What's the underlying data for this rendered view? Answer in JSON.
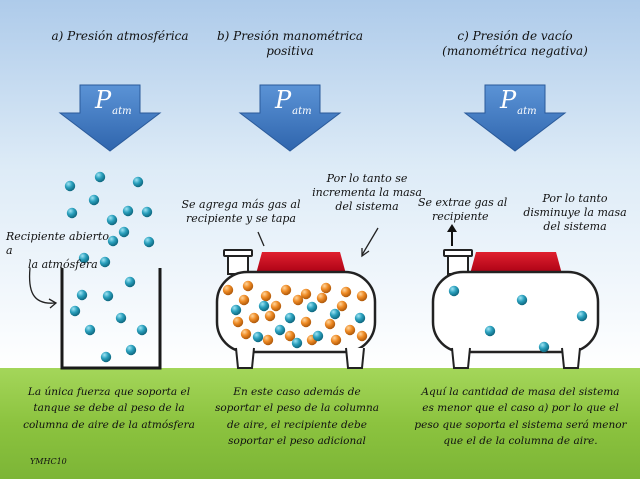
{
  "titles": {
    "a": "a) Presión atmosférica",
    "b_line1": "b) Presión manométrica",
    "b_line2": "positiva",
    "c_line1": "c) Presión de vacío",
    "c_line2": "(manométrica negativa)"
  },
  "arrow_symbol": "P",
  "arrow_subscript": "atm",
  "annotations": {
    "open_line1": "Recipiente abierto a",
    "open_line2": "la atmósfera",
    "add_gas_line1": "Se agrega más gas al",
    "add_gas_line2": "recipiente y se tapa",
    "increase_line1": "Por lo tanto se",
    "increase_line2": "incrementa la masa",
    "increase_line3": "del sistema",
    "extract_line1": "Se extrae gas al",
    "extract_line2": "recipiente",
    "decrease_line1": "Por lo tanto",
    "decrease_line2": "disminuye la masa",
    "decrease_line3": "del sistema"
  },
  "footer": {
    "a_line1": "La única fuerza que soporta el",
    "a_line2": "tanque se debe al peso de la",
    "a_line3": "columna de aire de la atmósfera",
    "b_line1": "En este caso además de",
    "b_line2": "soportar el peso de la columna",
    "b_line3": "de aire, el recipiente debe",
    "b_line4": "soportar el peso adicional",
    "c_line1": "Aquí la cantidad de masa del sistema",
    "c_line2": "es menor que el caso a) por lo que el",
    "c_line3": "peso que soporta el sistema será menor",
    "c_line4": "que el de la columna de aire.",
    "signature": "YMHC10"
  },
  "colors": {
    "sky_top": "#aecbea",
    "sky_bottom": "#ffffff",
    "ground": "#92c94a",
    "arrow": "#3f78be",
    "molecule_blue": "#2aa0bd",
    "molecule_orange": "#ee8a24",
    "lid_red": "#c5001b"
  }
}
